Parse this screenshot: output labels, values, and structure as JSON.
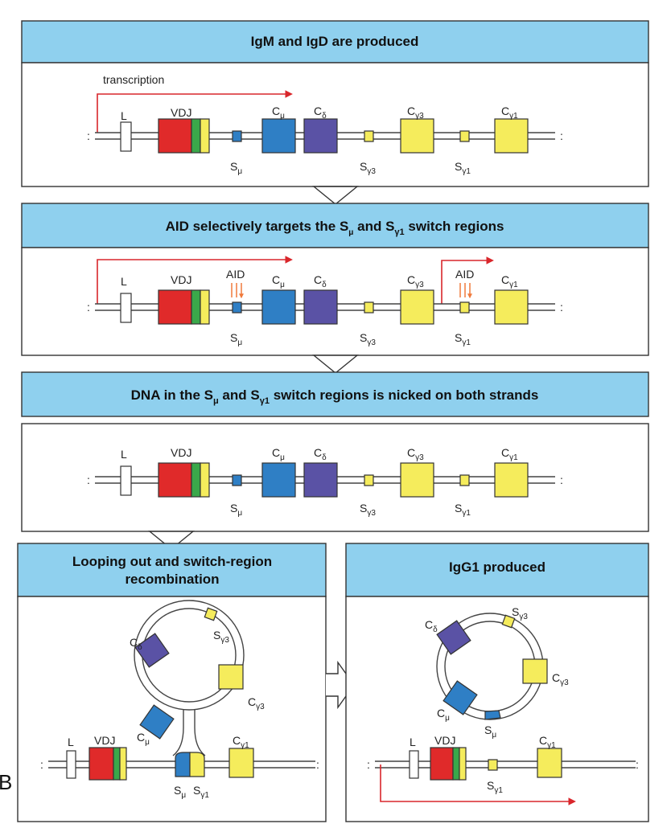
{
  "panels": {
    "p1": {
      "title": "IgM and IgD are produced"
    },
    "p2": {
      "title_pre": "AID selectively targets the ",
      "title_mid": " and ",
      "title_post": " switch regions"
    },
    "p3": {
      "title_pre": "DNA in the ",
      "title_mid": " and ",
      "title_post": " switch regions is nicked on both strands"
    },
    "p4": {
      "title_line1": "Looping out and switch-region",
      "title_line2": "recombination"
    },
    "p5": {
      "title": "IgG1 produced"
    }
  },
  "labels": {
    "transcription": "transcription",
    "L": "L",
    "VDJ": "VDJ",
    "AID": "AID",
    "C": "C",
    "S": "S",
    "mu": "μ",
    "delta": "δ",
    "g3": "γ3",
    "g1": "γ1",
    "gamma1_bold": "γ1",
    "side_letter": "B"
  },
  "colors": {
    "banner": "#8fd0ee",
    "vdj_red": "#e02a2a",
    "vdj_green": "#3aa84a",
    "yellow": "#f5ec5c",
    "blue_mu": "#2f7fc5",
    "purple_delta": "#5a52a5",
    "transcription_red": "#d9262b",
    "aid_orange": "#f07a3b"
  }
}
